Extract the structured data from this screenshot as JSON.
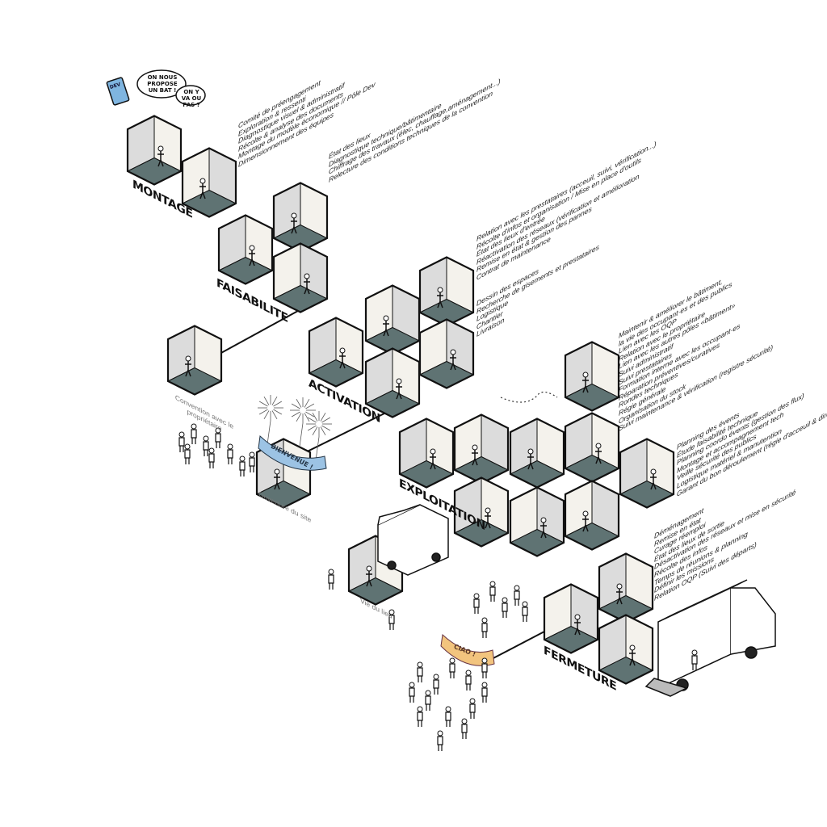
{
  "speech_bubble": {
    "phone_label": "DEV",
    "line1": "ON NOUS PROPOSE UN BAT !",
    "line2": "ON Y VA OU PAS ?"
  },
  "phases": [
    {
      "name": "MONTAGE",
      "tasks": [
        "Comité de préengagement",
        "Exploration & ressenti",
        "Diagnostique visuel & administratif",
        "Récolte & analyse des documents",
        "Montage du modèle économique // Pôle Dev",
        "Dimensionnement des équipes"
      ]
    },
    {
      "name": "FAISABILITE",
      "tasks": [
        "État des lieux",
        "Diagnostique technique/bâtimentaire",
        "Chiffrage des travaux (élec, chauffage,aménagement...)",
        "Relecture des conditions techniques de la convention"
      ]
    },
    {
      "name": "ACTIVATION",
      "tasks": [
        "Relation avec les prestataires (acceuil, suivi, vérification...)",
        "Récolte d'infos et organisation / Mise en place d'outils",
        "État des lieux d'entrée",
        "Réactivation des réseaux (vérification et amélioration",
        "Remise en état & gestion des pannes",
        "Contrat de maintenance"
      ],
      "tasks2": [
        "Dessin des espaces",
        "Recherche de gisements et prestataires",
        "Logistique",
        "Chantier",
        "Livraison"
      ]
    },
    {
      "name": "EXPLOITATION",
      "tasks": [
        "Maintenir & améliorer le bâtiment,",
        "la vie des occupant·es et des publics",
        "Lien avec les OQP",
        "Relation avec le propriétaire",
        "Lien avec les autres pôles «bâtiment»",
        "Suivi administratif",
        "Suivi prestataires",
        "Formation interne avec les occupant·es",
        "Réparation préventives/curatives",
        "Rondes techniques",
        "Régie générale",
        "Organisation du stock",
        "Suivi maintenance & vérification (registre sécurité)"
      ],
      "tasks2": [
        "Planning des évents",
        "Étude faisabilité technique",
        "Planning coordo évents (gestion des flux)",
        "Montage et accompagnement tech",
        "Veille sécurité des publics",
        "Logistique matériel & manutention",
        "Garant du bon déroulement (régie d'acceuil & directe)"
      ]
    },
    {
      "name": "FERMETURE",
      "tasks": [
        "Déménagement",
        "Remise en état",
        "Curage réemploi",
        "État des lieux de sortie",
        "Désactivation des réseaux et mise en sécurité",
        "Récolte des infos",
        "Temps de réunions & planning",
        "Définir les missions",
        "Relation OQP (Suivi des départs)"
      ]
    }
  ],
  "milestones": {
    "convention": "Convention avec le propriétaire",
    "opening": "Ouverture du site",
    "life": "Vie du lieu"
  },
  "banners": {
    "welcome": "BIENVENUE !",
    "goodbye": "CIAO !"
  },
  "colors": {
    "floor": "#5f7373",
    "wall": "#dcdcdc",
    "wall_light": "#f4f2ec",
    "welcome_banner": "#9cc3e4",
    "goodbye_banner": "#f2c47e",
    "accent_red": "#d8392b"
  }
}
